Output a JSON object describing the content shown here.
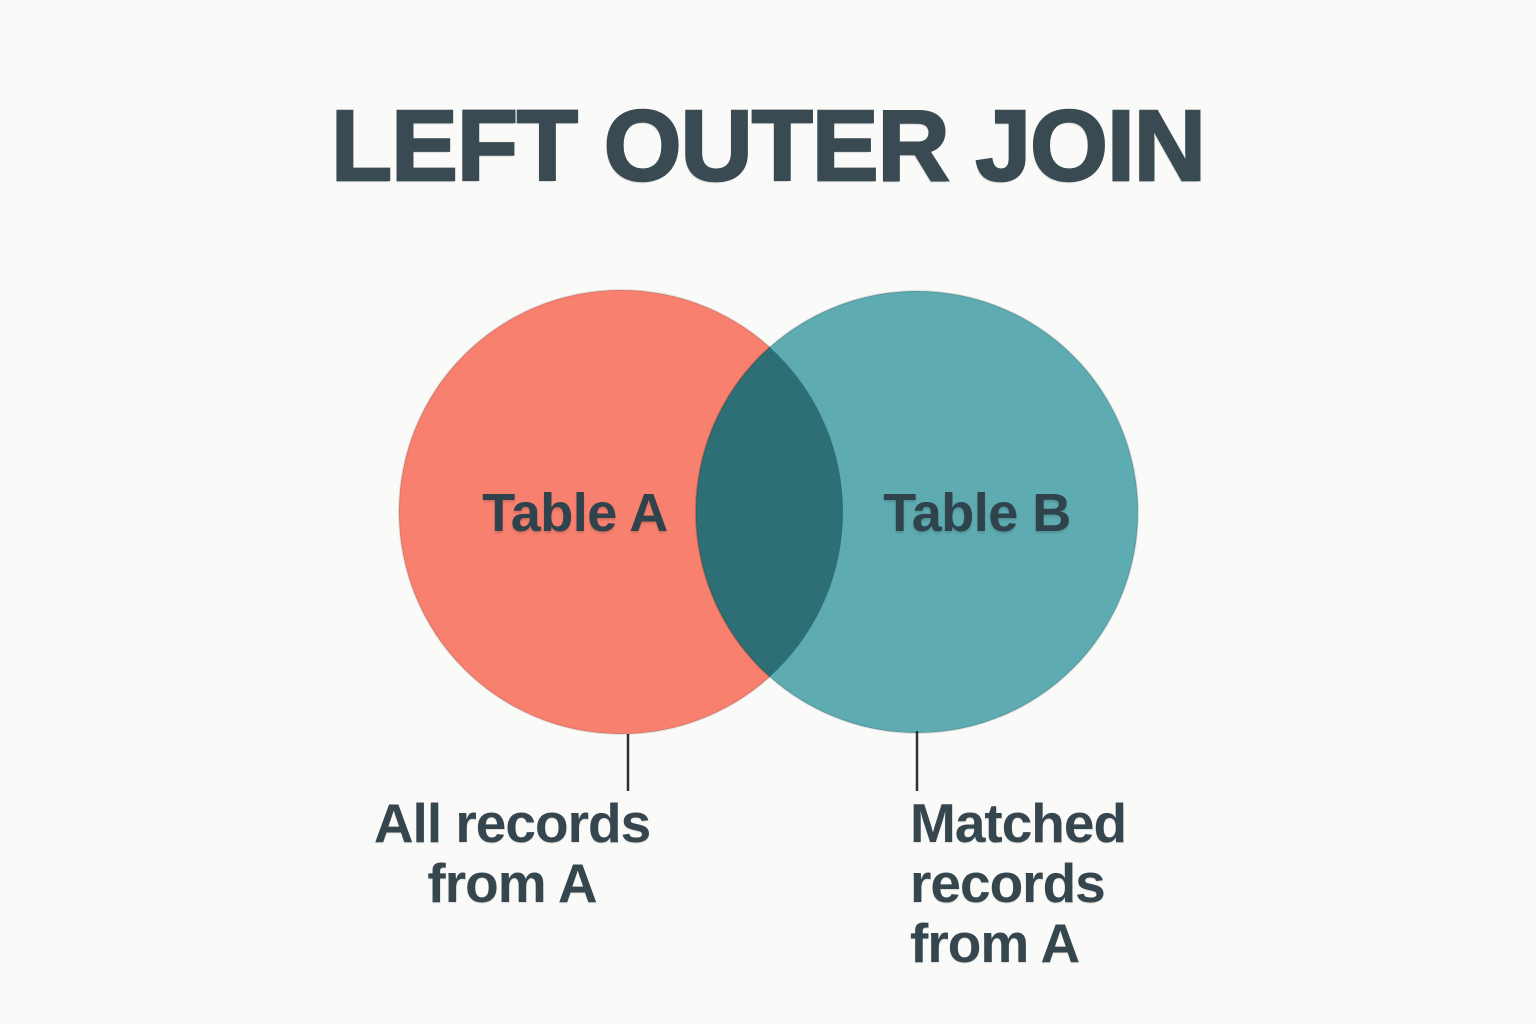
{
  "title": "LEFT OUTER JOIN",
  "venn": {
    "left_circle": {
      "label": "Table A",
      "color": "#f8806e"
    },
    "right_circle": {
      "label": "Table B",
      "color": "#5eabb1"
    },
    "overlap": {
      "color": "#2e6f75"
    }
  },
  "annotations": {
    "left": {
      "lines": [
        "All records",
        "from A"
      ]
    },
    "right": {
      "lines": [
        "Matched",
        "records",
        "from A"
      ]
    }
  },
  "colors": {
    "background": "#fafaf8",
    "title_text": "#394a53",
    "label_text": "#2f434c",
    "leader_line": "#2b3338"
  }
}
